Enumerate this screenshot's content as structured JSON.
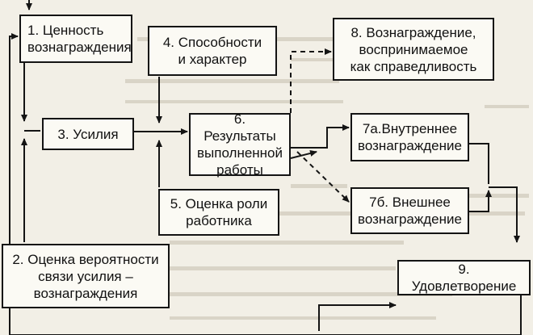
{
  "nodes": {
    "n1": {
      "label": "1. Ценность\nвознаграждения"
    },
    "n2": {
      "label": "2. Оценка вероятности\nсвязи усилия –\nвознаграждения"
    },
    "n3": {
      "label": "3. Усилия"
    },
    "n4": {
      "label": "4. Способности\nи характер"
    },
    "n5": {
      "label": "5. Оценка роли\nработника"
    },
    "n6": {
      "label": "6. Результаты\nвыполненной\nработы"
    },
    "n7a": {
      "label": "7а.Внутреннее\nвознаграждение"
    },
    "n7b": {
      "label": "7б. Внешнее\nвознаграждение"
    },
    "n8": {
      "label": "8. Вознаграждение,\nвоспринимаемое\nкак справедливость"
    },
    "n9": {
      "label": "9. Удовлетворение"
    }
  },
  "colors": {
    "line": "#141414",
    "paper": "#f2efe6",
    "box_fill": "#fbfaf4",
    "ghost_text": "#d6d1c4"
  }
}
